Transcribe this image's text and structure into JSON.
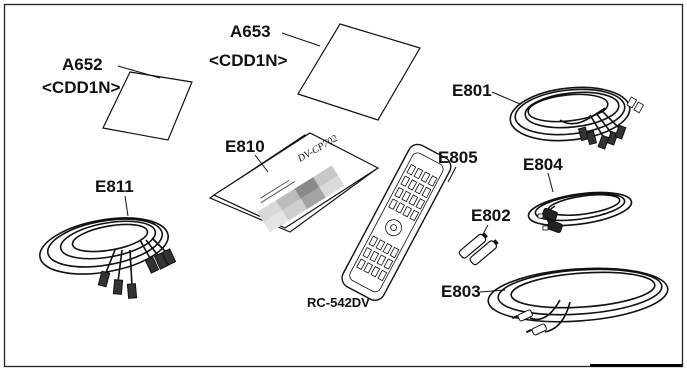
{
  "labels": {
    "a652": "A652",
    "a652_sub": "<CDD1N>",
    "a653": "A653",
    "a653_sub": "<CDD1N>",
    "e801": "E801",
    "e804": "E804",
    "e802": "E802",
    "e803": "E803",
    "e805": "E805",
    "e810": "E810",
    "e811": "E811",
    "remote_model": "RC-542DV"
  },
  "manual_cover_text": "DV-CP702"
}
